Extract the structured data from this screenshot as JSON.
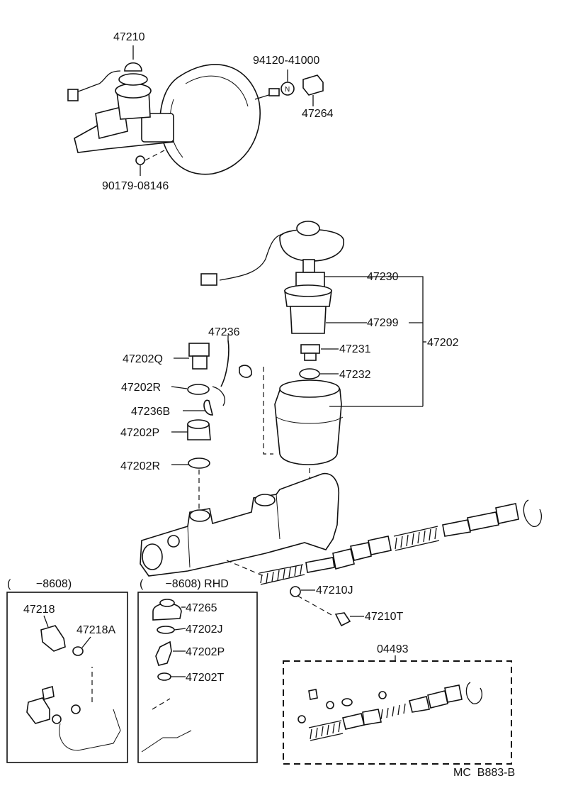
{
  "labels": {
    "top_47210": "47210",
    "top_94120": "94120-41000",
    "top_47264": "47264",
    "top_90179": "90179-08146",
    "p47230": "47230",
    "p47299": "47299",
    "p47202": "47202",
    "p47231": "47231",
    "p47232": "47232",
    "p47236": "47236",
    "p47202Q": "47202Q",
    "p47202R_a": "47202R",
    "p47236B": "47236B",
    "p47202P": "47202P",
    "p47202R_b": "47202R",
    "p47210J": "47210J",
    "p47210T": "47210T",
    "p04493": "04493",
    "box1_range": "(        −8608)",
    "box1_47218": "47218",
    "box1_47218A": "47218A",
    "box2_range": "(       −8608) RHD",
    "box2_47265": "47265",
    "box2_47202J": "47202J",
    "box2_47202P": "47202P",
    "box2_47202T": "47202T",
    "ref_code": "MC  B883-B"
  }
}
